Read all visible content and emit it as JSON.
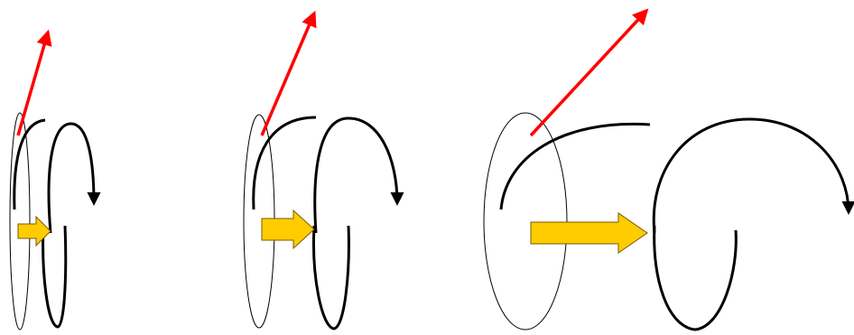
{
  "colors": {
    "background": "#ffffff",
    "helix_stroke": "#000000",
    "velocity_arrow": "#ff0000",
    "flow_arrow_fill": "#ffcc00",
    "flow_arrow_outline": "#7a5a00",
    "ellipse_stroke": "#000000"
  },
  "panels": [
    {
      "name": "helix-panel-1",
      "flow_arrow": "yellow-arrow-icon",
      "velocity_arrow": "red-arrow-icon"
    },
    {
      "name": "helix-panel-2",
      "flow_arrow": "yellow-arrow-icon",
      "velocity_arrow": "red-arrow-icon"
    },
    {
      "name": "helix-panel-3",
      "flow_arrow": "yellow-arrow-icon",
      "velocity_arrow": "red-arrow-icon"
    }
  ]
}
